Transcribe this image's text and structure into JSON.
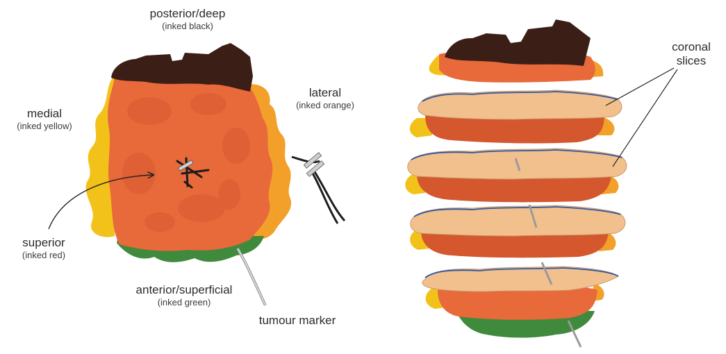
{
  "labels": {
    "posterior": {
      "title": "posterior/deep",
      "sub": "(inked black)"
    },
    "medial": {
      "title": "medial",
      "sub": "(inked yellow)"
    },
    "lateral": {
      "title": "lateral",
      "sub": "(inked orange)"
    },
    "superior": {
      "title": "superior",
      "sub": "(inked red)"
    },
    "anterior": {
      "title": "anterior/superficial",
      "sub": "(inked green)"
    },
    "marker": {
      "title": "tumour marker"
    },
    "coronal": {
      "line1": "coronal",
      "line2": "slices"
    }
  },
  "colors": {
    "tissue": "#e8693a",
    "tissue_dark": "#d4572d",
    "black_ink": "#3b1f17",
    "yellow_ink": "#f2c21b",
    "orange_ink": "#f2a02a",
    "green_ink": "#3f8a3c",
    "slice_face": "#f1c08c",
    "slice_edge": "#2b56a8"
  },
  "slice_count": 4
}
